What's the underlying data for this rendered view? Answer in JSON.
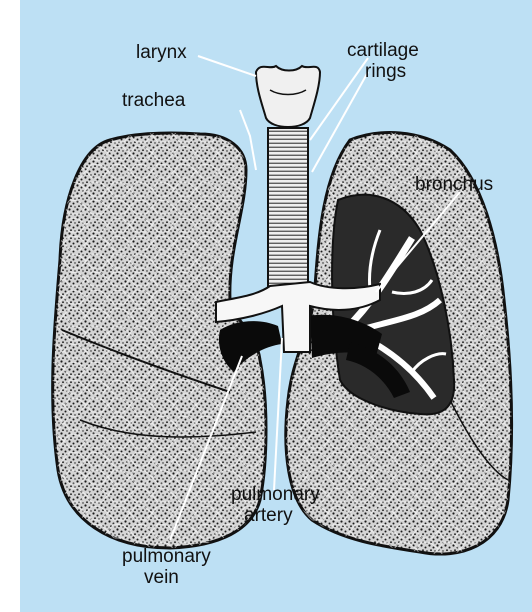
{
  "labels": {
    "larynx": "larynx",
    "trachea": "trachea",
    "cartilage_line1": "cartilage",
    "cartilage_line2": "rings",
    "bronchus": "bronchus",
    "pulmonary_artery_line1": "pulmonary",
    "pulmonary_artery_line2": "artery",
    "pulmonary_vein_line1": "pulmonary",
    "pulmonary_vein_line2": "vein"
  },
  "colors": {
    "page": "#ffffff",
    "background": "#bde0f4",
    "ink": "#111111",
    "lung_fill": "#cfcfcf",
    "airway": "#f2f2f2",
    "vessel": "#0a0a0a"
  }
}
